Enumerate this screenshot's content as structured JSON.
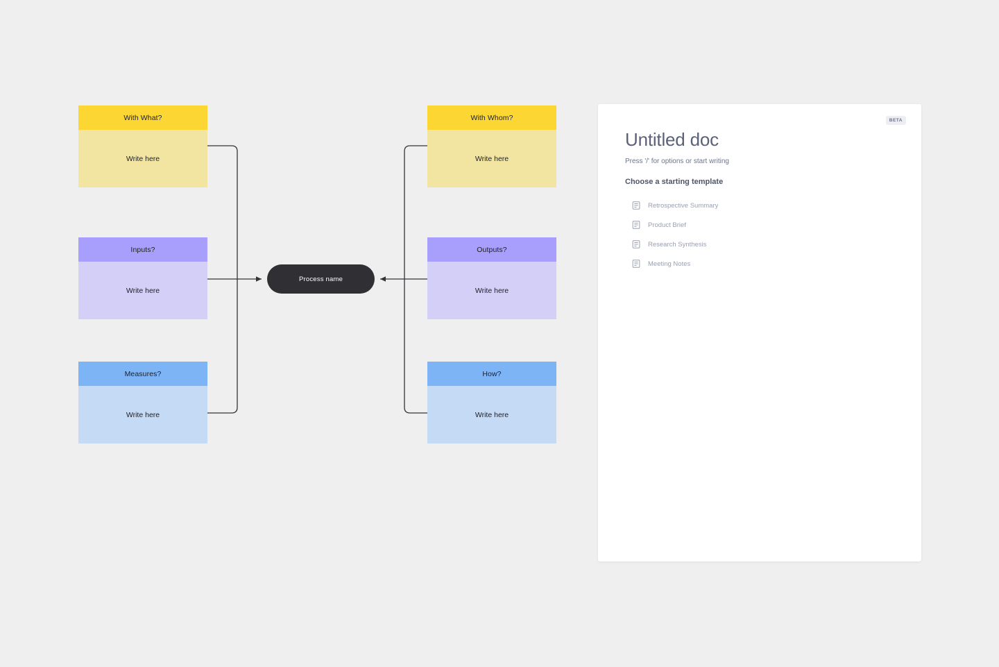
{
  "canvas": {
    "background_color": "#efeff0",
    "process_node": {
      "label": "Process name",
      "fill_color": "#2f2f34",
      "text_color": "#ffffff"
    },
    "cards": [
      {
        "id": "with-what",
        "header": "With What?",
        "body": "Write here",
        "header_color": "#fcd734",
        "body_color": "#f2e5a2",
        "column": "left"
      },
      {
        "id": "inputs",
        "header": "Inputs?",
        "body": "Write here",
        "header_color": "#a79ffb",
        "body_color": "#d3cff7",
        "column": "left"
      },
      {
        "id": "measures",
        "header": "Measures?",
        "body": "Write here",
        "header_color": "#7db4f6",
        "body_color": "#c5daf4",
        "column": "left"
      },
      {
        "id": "with-whom",
        "header": "With Whom?",
        "body": "Write here",
        "header_color": "#fcd734",
        "body_color": "#f2e5a2",
        "column": "right"
      },
      {
        "id": "outputs",
        "header": "Outputs?",
        "body": "Write here",
        "header_color": "#a79ffb",
        "body_color": "#d3cff7",
        "column": "right"
      },
      {
        "id": "how",
        "header": "How?",
        "body": "Write here",
        "header_color": "#7db4f6",
        "body_color": "#c5daf4",
        "column": "right"
      }
    ],
    "connector_color": "#333338"
  },
  "doc_panel": {
    "badge": "BETA",
    "title": "Untitled doc",
    "subtitle": "Press '/' for options or start writing",
    "section_title": "Choose a starting template",
    "templates": [
      {
        "label": "Retrospective Summary",
        "icon": "document-icon"
      },
      {
        "label": "Product Brief",
        "icon": "document-icon"
      },
      {
        "label": "Research Synthesis",
        "icon": "document-icon"
      },
      {
        "label": "Meeting Notes",
        "icon": "document-icon"
      }
    ]
  }
}
